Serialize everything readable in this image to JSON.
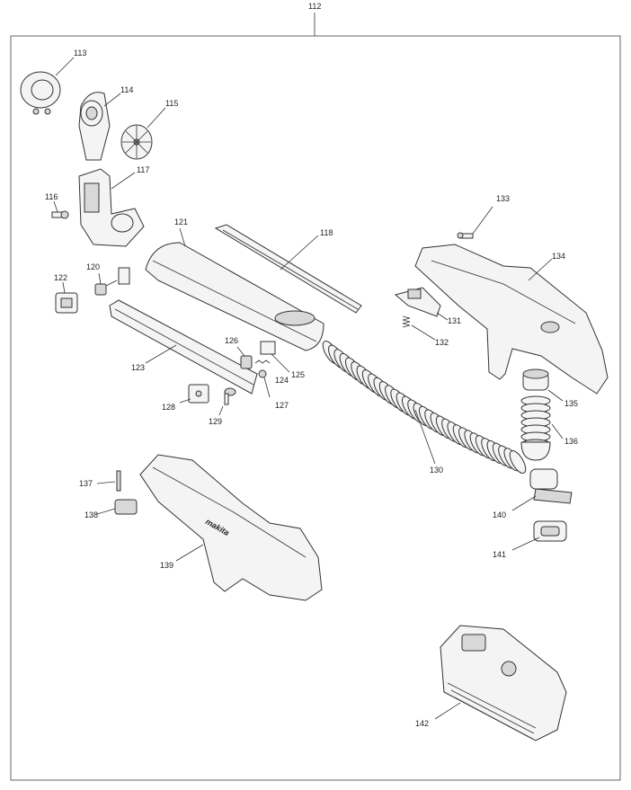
{
  "diagram": {
    "assembly_number": "112",
    "part_numbers": [
      "113",
      "114",
      "115",
      "116",
      "117",
      "118",
      "120",
      "121",
      "122",
      "123",
      "124",
      "125",
      "126",
      "127",
      "128",
      "129",
      "130",
      "131",
      "132",
      "133",
      "134",
      "135",
      "136",
      "137",
      "138",
      "139",
      "140",
      "141",
      "142"
    ],
    "housing_brand_text": "makita"
  }
}
